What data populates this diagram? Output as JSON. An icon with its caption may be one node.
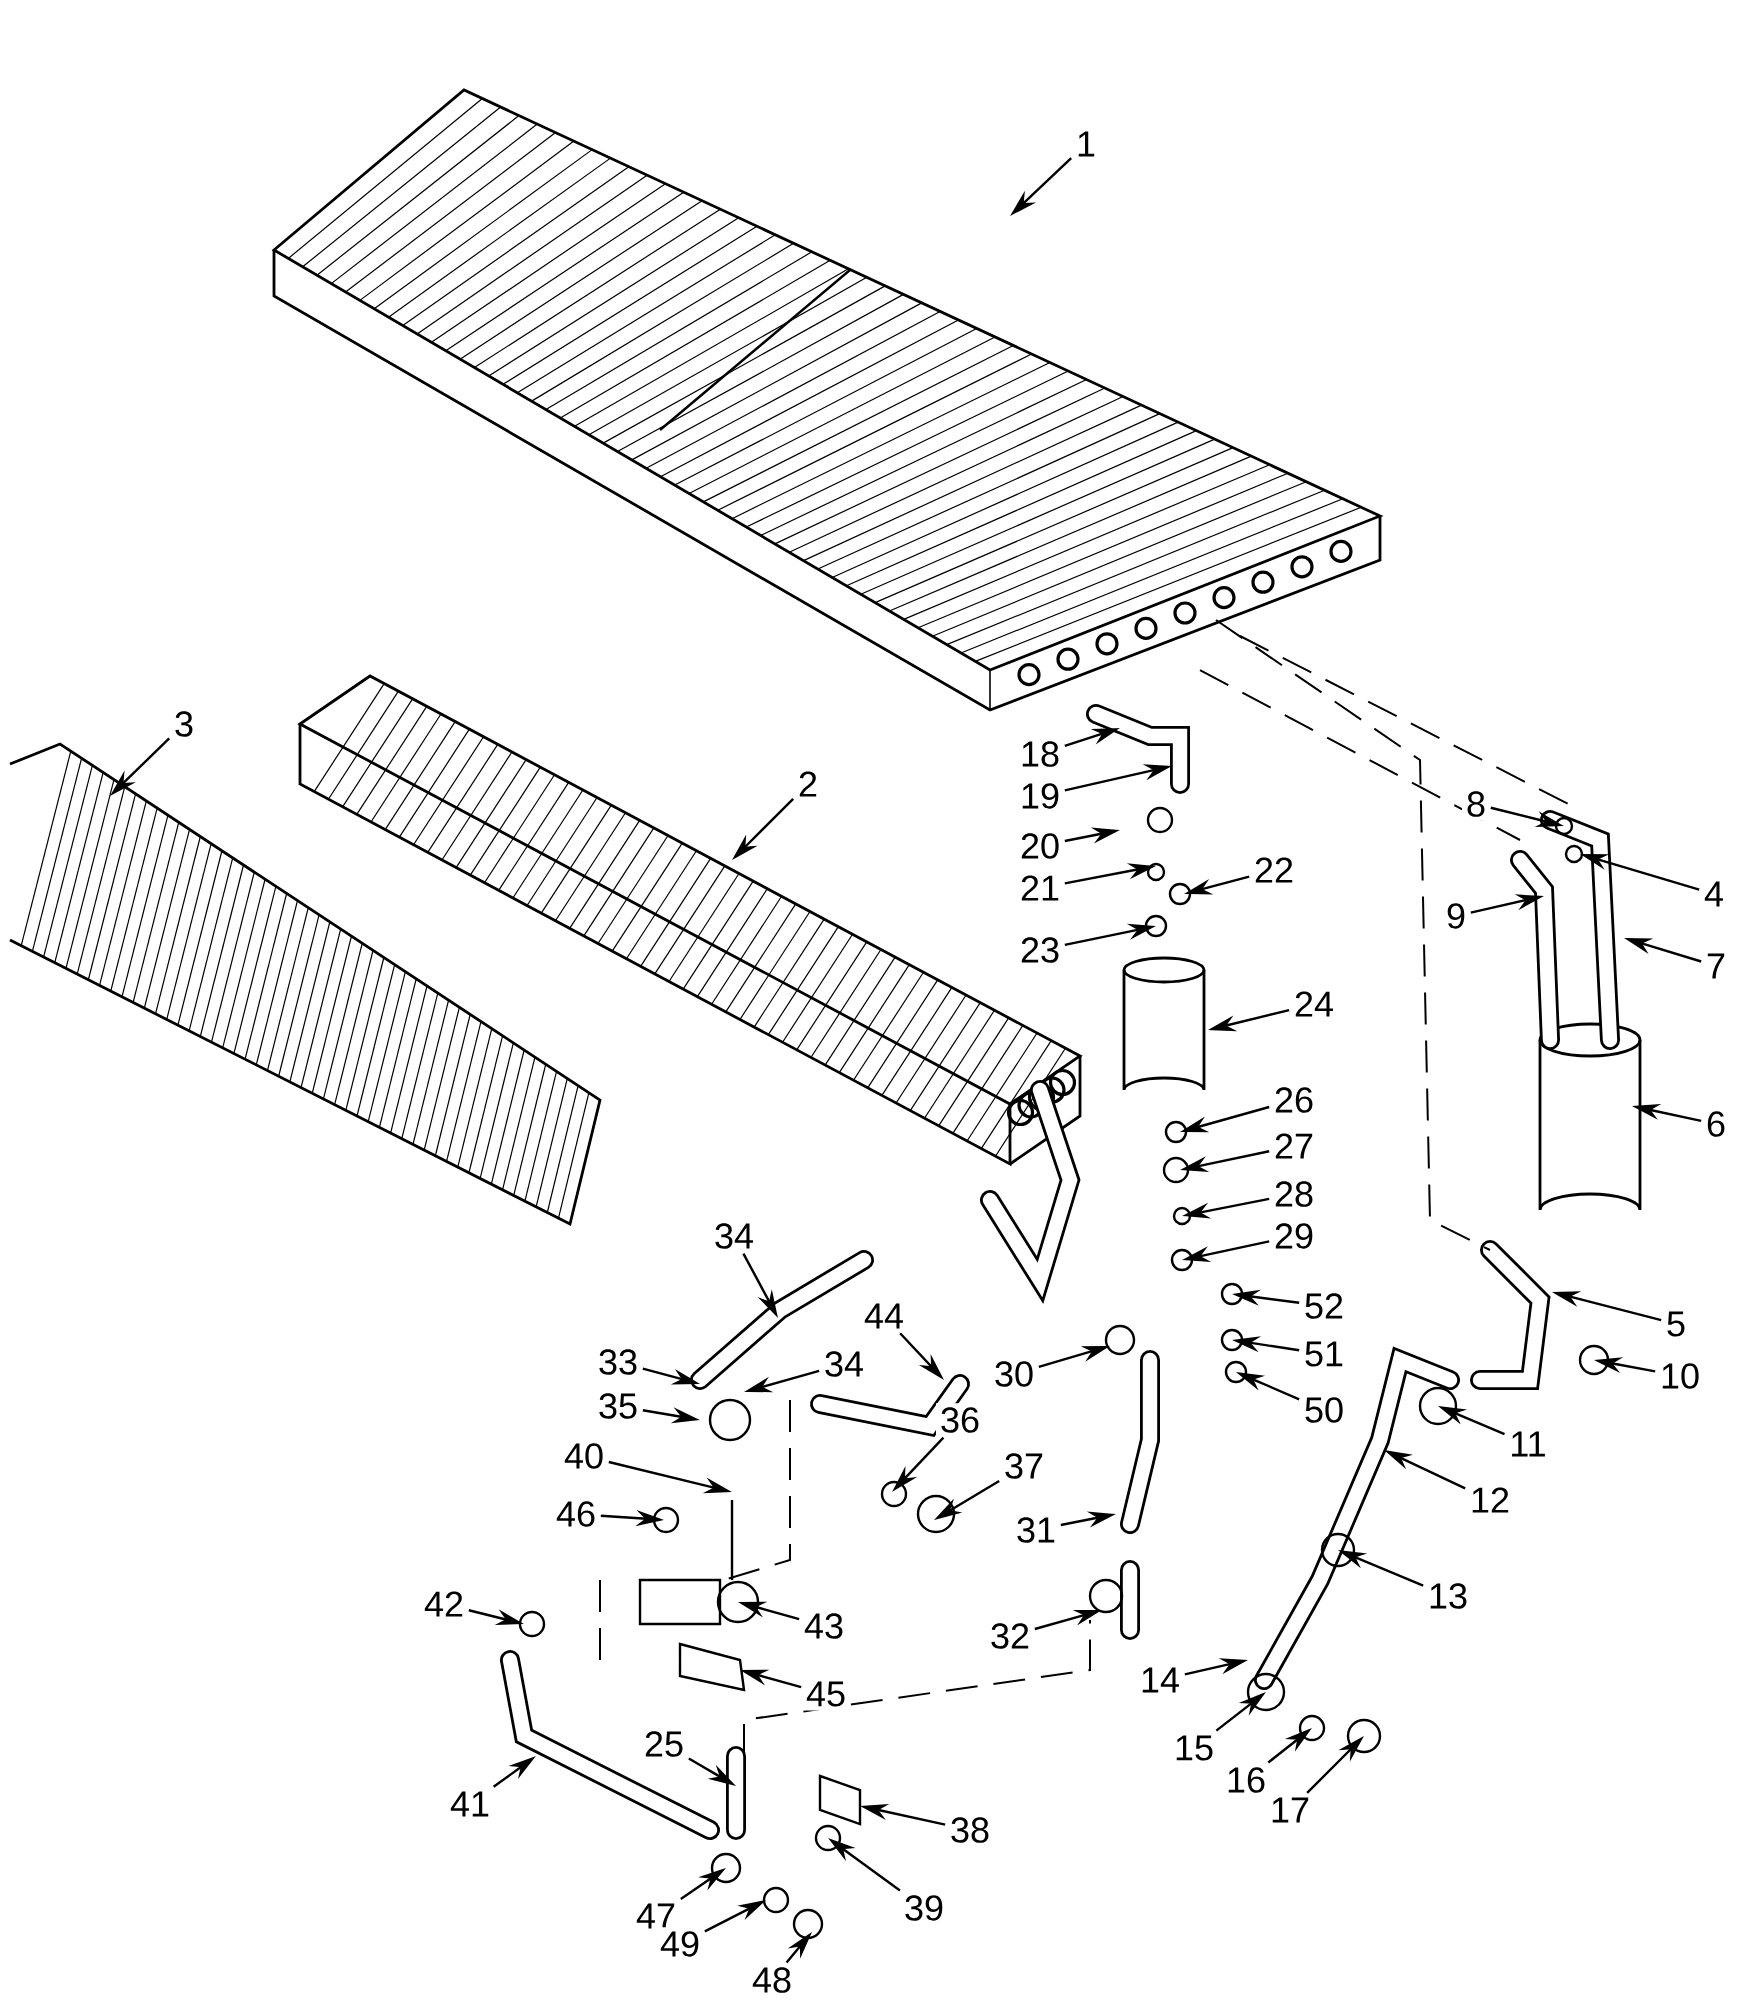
{
  "diagram": {
    "nodes": [
      {
        "text": [
          "1"
        ]
      },
      {
        "text": [
          "2"
        ]
      },
      {
        "text": [
          "3"
        ]
      },
      {
        "text": [
          "4"
        ]
      },
      {
        "text": [
          "5"
        ]
      },
      {
        "text": [
          "6"
        ]
      },
      {
        "text": [
          "7"
        ]
      },
      {
        "text": [
          "8"
        ]
      },
      {
        "text": [
          "9"
        ]
      },
      {
        "text": [
          "10"
        ]
      },
      {
        "text": [
          "11"
        ]
      },
      {
        "text": [
          "12"
        ]
      },
      {
        "text": [
          "13"
        ]
      },
      {
        "text": [
          "14"
        ]
      },
      {
        "text": [
          "15"
        ]
      },
      {
        "text": [
          "16"
        ]
      },
      {
        "text": [
          "17"
        ]
      },
      {
        "text": [
          "18"
        ]
      },
      {
        "text": [
          "19"
        ]
      },
      {
        "text": [
          "20"
        ]
      },
      {
        "text": [
          "21"
        ]
      },
      {
        "text": [
          "22"
        ]
      },
      {
        "text": [
          "23"
        ]
      },
      {
        "text": [
          "24"
        ]
      },
      {
        "text": [
          "25"
        ]
      },
      {
        "text": [
          "26"
        ]
      },
      {
        "text": [
          "27"
        ]
      },
      {
        "text": [
          "28"
        ]
      },
      {
        "text": [
          "29"
        ]
      },
      {
        "text": [
          "30"
        ]
      },
      {
        "text": [
          "31"
        ]
      },
      {
        "text": [
          "32"
        ]
      },
      {
        "text": [
          "33"
        ]
      },
      {
        "text": [
          "34"
        ]
      },
      {
        "text": [
          "34"
        ]
      },
      {
        "text": [
          "35"
        ]
      },
      {
        "text": [
          "36"
        ]
      },
      {
        "text": [
          "37"
        ]
      },
      {
        "text": [
          "38"
        ]
      },
      {
        "text": [
          "39"
        ]
      },
      {
        "text": [
          "40"
        ]
      },
      {
        "text": [
          "41"
        ]
      },
      {
        "text": [
          "42"
        ]
      },
      {
        "text": [
          "43"
        ]
      },
      {
        "text": [
          "44"
        ]
      },
      {
        "text": [
          "45"
        ]
      },
      {
        "text": [
          "46"
        ]
      },
      {
        "text": [
          "47"
        ]
      },
      {
        "text": [
          "48"
        ]
      },
      {
        "text": [
          "49"
        ]
      },
      {
        "text": [
          "50"
        ]
      },
      {
        "text": [
          "51"
        ]
      },
      {
        "text": [
          "52"
        ]
      }
    ],
    "edges": [
      {
        "from": 0,
        "to": null,
        "arrow": "to"
      },
      {
        "from": 1,
        "to": null,
        "arrow": "to"
      },
      {
        "from": 2,
        "to": null,
        "arrow": "to"
      },
      {
        "from": 3,
        "to": null,
        "arrow": "to"
      },
      {
        "from": 4,
        "to": null,
        "arrow": "to"
      },
      {
        "from": 5,
        "to": null,
        "arrow": "to"
      },
      {
        "from": 6,
        "to": null,
        "arrow": "to"
      },
      {
        "from": 7,
        "to": null,
        "arrow": "to"
      },
      {
        "from": 8,
        "to": null,
        "arrow": "to"
      },
      {
        "from": 9,
        "to": null,
        "arrow": "to"
      },
      {
        "from": 10,
        "to": null,
        "arrow": "to"
      },
      {
        "from": 11,
        "to": null,
        "arrow": "to"
      },
      {
        "from": 12,
        "to": null,
        "arrow": "to"
      },
      {
        "from": 13,
        "to": null,
        "arrow": "to"
      },
      {
        "from": 14,
        "to": null,
        "arrow": "to"
      },
      {
        "from": 15,
        "to": null,
        "arrow": "to"
      },
      {
        "from": 16,
        "to": null,
        "arrow": "to"
      },
      {
        "from": 17,
        "to": null,
        "arrow": "to"
      },
      {
        "from": 18,
        "to": null,
        "arrow": "to"
      },
      {
        "from": 19,
        "to": null,
        "arrow": "to"
      },
      {
        "from": 20,
        "to": null,
        "arrow": "to"
      },
      {
        "from": 21,
        "to": null,
        "arrow": "to"
      },
      {
        "from": 22,
        "to": null,
        "arrow": "to"
      },
      {
        "from": 23,
        "to": null,
        "arrow": "to"
      },
      {
        "from": 24,
        "to": null,
        "arrow": "to"
      },
      {
        "from": 25,
        "to": null,
        "arrow": "to"
      },
      {
        "from": 26,
        "to": null,
        "arrow": "to"
      },
      {
        "from": 27,
        "to": null,
        "arrow": "to"
      },
      {
        "from": 28,
        "to": null,
        "arrow": "to"
      },
      {
        "from": 29,
        "to": null,
        "arrow": "to"
      },
      {
        "from": 30,
        "to": null,
        "arrow": "to"
      },
      {
        "from": 31,
        "to": null,
        "arrow": "to"
      },
      {
        "from": 32,
        "to": null,
        "arrow": "to"
      },
      {
        "from": 33,
        "to": null,
        "arrow": "to"
      },
      {
        "from": 34,
        "to": null,
        "arrow": "to"
      },
      {
        "from": 35,
        "to": null,
        "arrow": "to"
      },
      {
        "from": 36,
        "to": null,
        "arrow": "to"
      },
      {
        "from": 37,
        "to": null,
        "arrow": "to"
      },
      {
        "from": 38,
        "to": null,
        "arrow": "to"
      },
      {
        "from": 39,
        "to": null,
        "arrow": "to"
      },
      {
        "from": 40,
        "to": null,
        "arrow": "to"
      },
      {
        "from": 41,
        "to": null,
        "arrow": "to"
      },
      {
        "from": 42,
        "to": null,
        "arrow": "to"
      },
      {
        "from": 43,
        "to": null,
        "arrow": "to"
      },
      {
        "from": 44,
        "to": null,
        "arrow": "to"
      },
      {
        "from": 45,
        "to": null,
        "arrow": "to"
      },
      {
        "from": 46,
        "to": null,
        "arrow": "to"
      },
      {
        "from": 47,
        "to": null,
        "arrow": "to"
      },
      {
        "from": 48,
        "to": null,
        "arrow": "to"
      },
      {
        "from": 49,
        "to": null,
        "arrow": "to"
      },
      {
        "from": 50,
        "to": null,
        "arrow": "to"
      },
      {
        "from": 51,
        "to": null,
        "arrow": "to"
      },
      {
        "from": 52,
        "to": null,
        "arrow": "to"
      }
    ]
  }
}
